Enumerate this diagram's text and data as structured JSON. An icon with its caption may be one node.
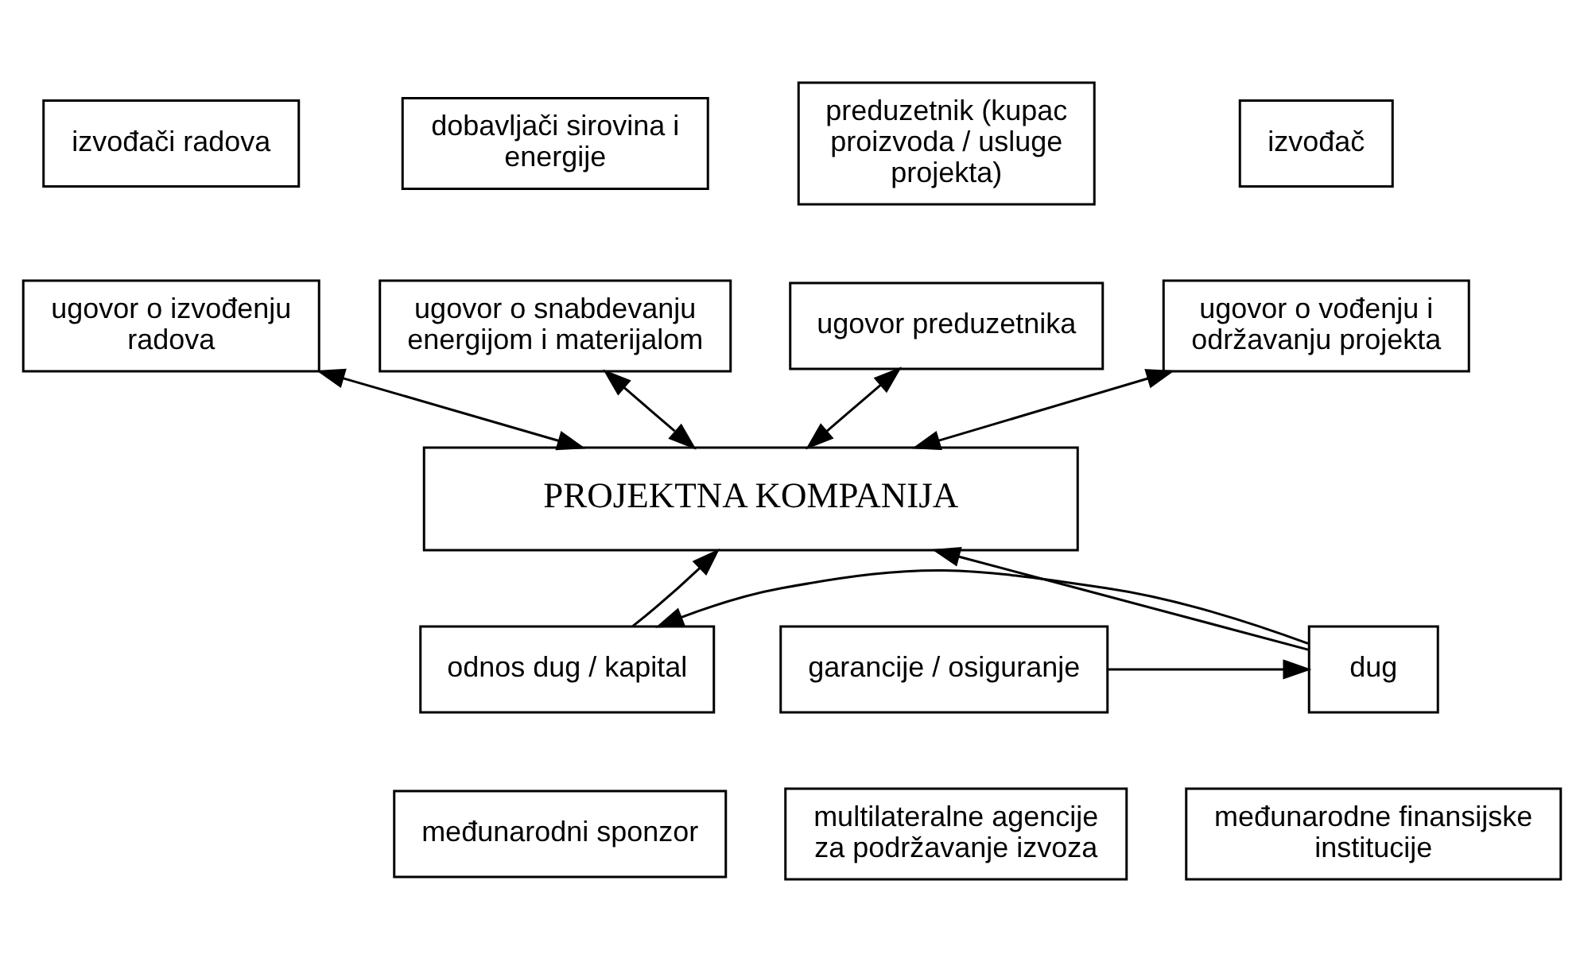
{
  "diagram": {
    "nodes": [
      {
        "text": [
          "izvođači radova"
        ]
      },
      {
        "text": [
          "dobavljači sirovina i energije"
        ]
      },
      {
        "text": [
          "preduzetnik (kupac proizvoda / usluge projekta)"
        ]
      },
      {
        "text": [
          "izvođač"
        ]
      },
      {
        "text": [
          "ugovor o izvođenju radova"
        ]
      },
      {
        "text": [
          "ugovor o snabdevanju energijom i materijalom"
        ]
      },
      {
        "text": [
          "ugovor preduzetnika"
        ]
      },
      {
        "text": [
          "ugovor o vođenju i održavanju projekta"
        ]
      },
      {
        "text": [
          "PROJEKTNA KOMPANIJA"
        ]
      },
      {
        "text": [
          "odnos dug / kapital"
        ]
      },
      {
        "text": [
          "dug"
        ]
      },
      {
        "text": [
          "garancije / osiguranje"
        ]
      },
      {
        "text": [
          "međunarodni sponzor"
        ]
      },
      {
        "text": [
          "međunarodne finansijske institucije"
        ]
      },
      {
        "text": [
          "multilateralne agencije za podržavanje izvoza"
        ]
      }
    ],
    "edges": [
      {
        "from": 4,
        "to": 8,
        "arrow": "both"
      },
      {
        "from": 5,
        "to": 8,
        "arrow": "both"
      },
      {
        "from": 6,
        "to": 8,
        "arrow": "both"
      },
      {
        "from": 7,
        "to": 8,
        "arrow": "both"
      },
      {
        "from": 9,
        "to": 8,
        "arrow": "to"
      },
      {
        "from": 10,
        "to": 8,
        "arrow": "to"
      },
      {
        "from": 11,
        "to": 10,
        "arrow": "to"
      },
      {
        "from": 10,
        "to": 9,
        "arrow": "to"
      }
    ]
  }
}
